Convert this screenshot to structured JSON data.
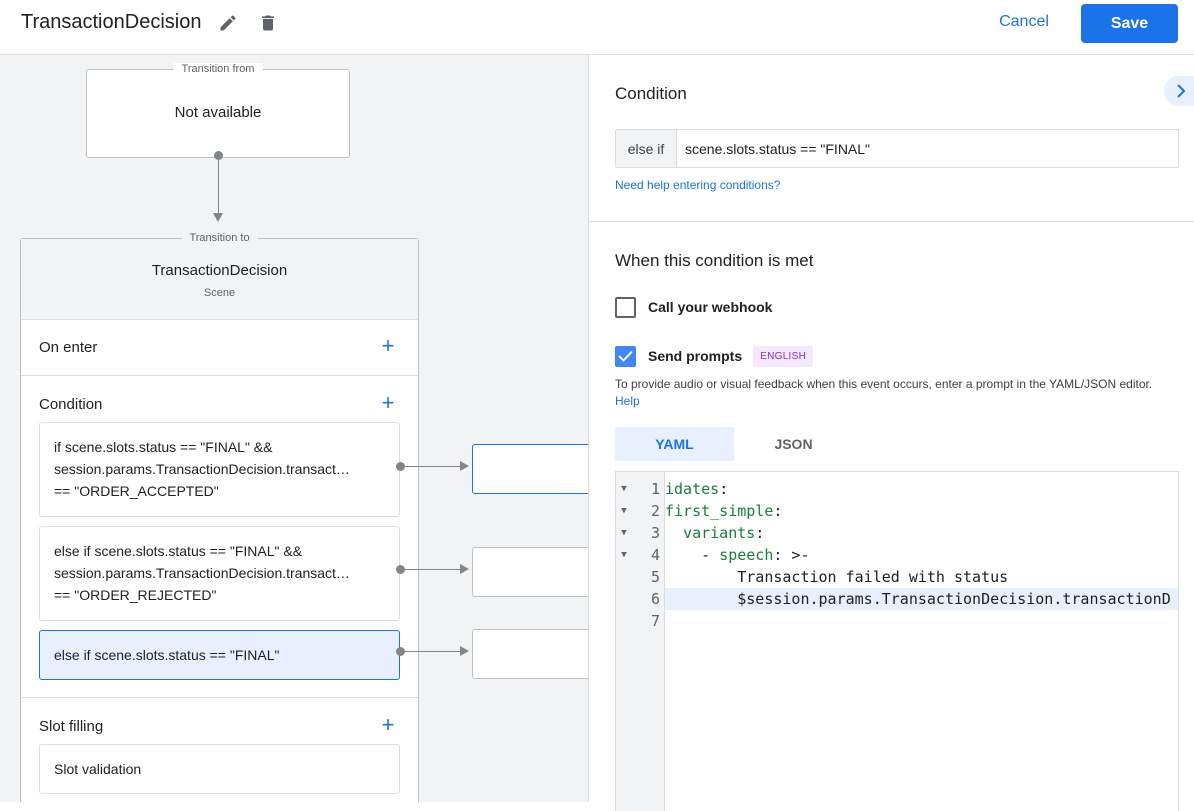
{
  "header": {
    "title": "TransactionDecision",
    "cancel_label": "Cancel",
    "save_label": "Save"
  },
  "canvas": {
    "transition_from_label": "Transition from",
    "transition_from_value": "Not available",
    "transition_to_label": "Transition to",
    "scene_name": "TransactionDecision",
    "scene_type": "Scene",
    "on_enter_label": "On enter",
    "condition_label": "Condition",
    "conditions": [
      {
        "lines": [
          "if scene.slots.status == \"FINAL\" &&",
          "session.params.TransactionDecision.transact…",
          "== \"ORDER_ACCEPTED\""
        ]
      },
      {
        "lines": [
          "else if scene.slots.status == \"FINAL\" &&",
          "session.params.TransactionDecision.transact…",
          "== \"ORDER_REJECTED\""
        ]
      },
      {
        "lines": [
          "else if scene.slots.status == \"FINAL\""
        ]
      }
    ],
    "slot_filling_label": "Slot filling",
    "slot_validation_label": "Slot validation"
  },
  "panel": {
    "condition_heading": "Condition",
    "condition_prefix": "else if",
    "condition_value": "scene.slots.status == \"FINAL\"",
    "help_link": "Need help entering conditions?",
    "when_met_heading": "When this condition is met",
    "webhook_label": "Call your webhook",
    "webhook_checked": false,
    "prompts_label": "Send prompts",
    "prompts_checked": true,
    "language_badge": "ENGLISH",
    "description": "To provide audio or visual feedback when this event occurs, enter a prompt in the YAML/JSON editor.",
    "description_link": "Help",
    "tabs": [
      {
        "label": "YAML",
        "active": true
      },
      {
        "label": "JSON",
        "active": false
      }
    ],
    "code_lines": [
      {
        "num": "1",
        "fold": true,
        "text": "idates:"
      },
      {
        "num": "2",
        "fold": true,
        "text": "first_simple:"
      },
      {
        "num": "3",
        "fold": true,
        "text": "  variants:"
      },
      {
        "num": "4",
        "fold": true,
        "text": "    - speech: >-"
      },
      {
        "num": "5",
        "fold": false,
        "text": "        Transaction failed with status"
      },
      {
        "num": "6",
        "fold": false,
        "text": "        $session.params.TransactionDecision.transactionD"
      },
      {
        "num": "7",
        "fold": false,
        "text": ""
      }
    ]
  },
  "colors": {
    "accent": "#1a73e8",
    "selected_bg": "#e8f0fe",
    "canvas_bg": "#f1f3f4",
    "badge_text": "#8430ce",
    "badge_bg": "#f3e8fd"
  }
}
